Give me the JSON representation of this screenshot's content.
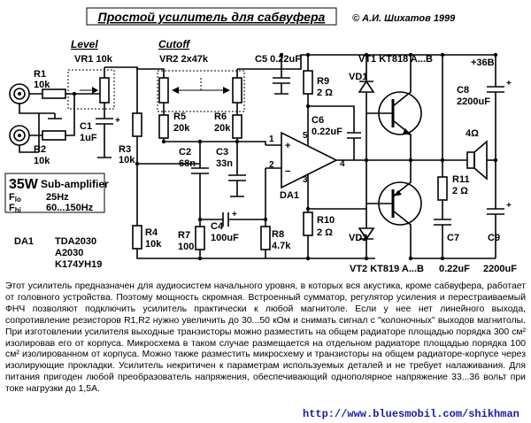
{
  "title": "Простой усилитель для сабвуфера",
  "copyright": "© А.И. Шихатов 1999",
  "sections": {
    "level": "Level",
    "cutoff": "Cutoff"
  },
  "labels": {
    "vr1": "VR1  10k",
    "vr2": "VR2  2x47k",
    "r1_name": "R1",
    "r1_val": "10k",
    "r2_name": "R2",
    "r2_val": "10k",
    "c1_name": "C1",
    "c1_val": "1uF",
    "r3_name": "R3",
    "r3_val": "10k",
    "r4_name": "R4",
    "r4_val": "10k",
    "r5_name": "R5",
    "r5_val": "20k",
    "r6_name": "R6",
    "r6_val": "20k",
    "c2_name": "C2",
    "c2_val": "68n",
    "c3_name": "C3",
    "c3_val": "33n",
    "r7_name": "R7",
    "r7_val": "100",
    "c4_name": "C4",
    "c4_val": "100uF",
    "r8_name": "R8",
    "r8_val": "4.7k",
    "c5": "C5  0.22uF",
    "r9_name": "R9",
    "r9_val": "2 Ω",
    "c6_name": "C6",
    "c6_val": "0.22uF",
    "r10_name": "R10",
    "r10_val": "2 Ω",
    "vd1": "VD1",
    "vd2": "VD2",
    "vt1": "VT1  KT818  A...B",
    "vt2": "VT2  KT819  A...B",
    "supply": "+36B",
    "c8_name": "C8",
    "c8_val": "2200uF",
    "speaker": "4Ω",
    "r11_name": "R11",
    "r11_val": "2 Ω",
    "c7_name": "C7",
    "c7_val": "0.22uF",
    "c9_name": "C9",
    "c9_val": "2200uF",
    "da1": "DA1",
    "pin1": "1",
    "pin2": "2",
    "pin3": "3",
    "pin4": "4",
    "pin5": "5",
    "plus": "+",
    "minus": "−"
  },
  "spec": {
    "power": "35W",
    "kind": "Sub-amplifier",
    "flo_sym": "F",
    "flo_sub": "lo",
    "flo_val": "25Hz",
    "fhi_sym": "F",
    "fhi_sub": "hi",
    "fhi_val": "60...150Hz"
  },
  "parts_list": {
    "label": "DA1",
    "items": [
      "TDA2030",
      "A2030",
      "K174УН19"
    ]
  },
  "description": "Этот усилитель предназначен для аудиосистем начального уровня, в которых вся  акустика, кроме сабвуфера, работает от головного устройства. Поэтому мощность скромная. Встроенный сумматор, регулятор усиления  и перестраиваемый ФНЧ позволяют подключить усилитель практически к любой магнитоле.  Если у нее нет линейного выхода, сопротивление резисторов R1,R2 нужно увеличить до 30...50 кОм и снимать сигнал с \"колоночных\" выходов магнитолы. При изготовлении усилителя выходные транзисторы можно разместить на общем радиаторе площадью порядка 300 см² изолировав его от корпуса. Микросхема в таком случае размещается на отдельном радиаторе площадью порядка 100 см² изолированном от корпуса. Можно также разместить микросхему и транзисторы на общем радиаторе-корпусе через изолирующие прокладки. Усилитель некритичен к параметрам используемых деталей  и не требует налаживания. Для питания пригоден любой преобразователь напряжения, обеспечивающий однополярное напряжение 33...36 вольт при токе нагрузки до 1,5А.",
  "url": "http://www.bluesmobil.com/shikhman"
}
